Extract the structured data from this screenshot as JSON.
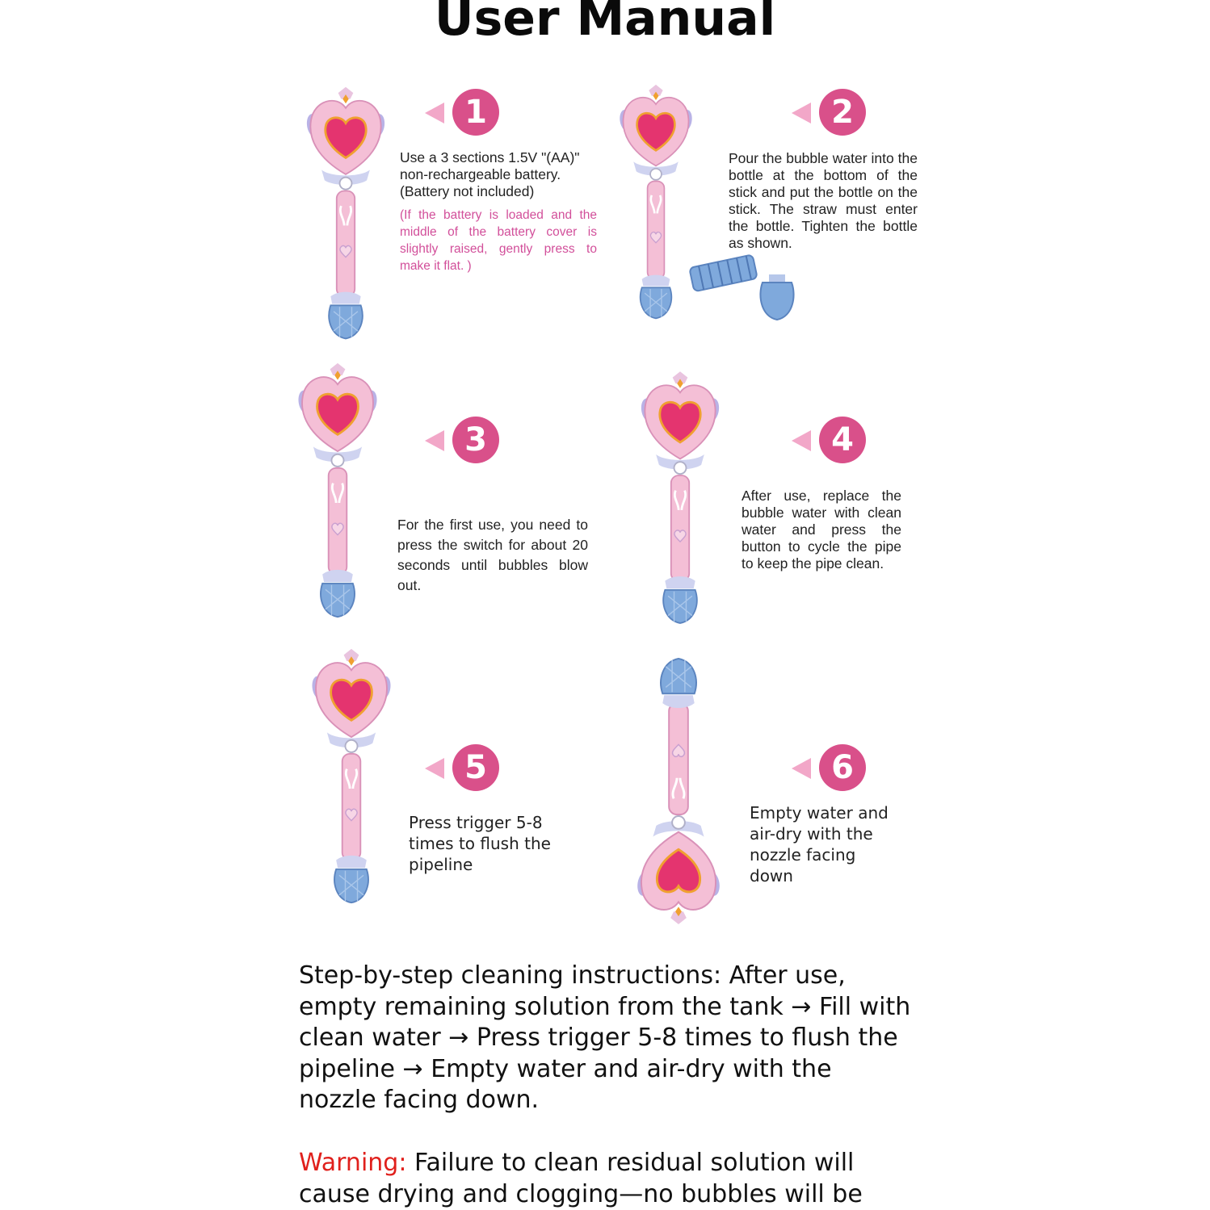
{
  "title": "User Manual",
  "colors": {
    "badge": "#d9508a",
    "arrow": "#f2a7c8",
    "note": "#d24f9a",
    "warning": "#e0201c",
    "wand_pink": "#f4bfd6",
    "heart": "#e4346f",
    "bottle_blue": "#7fa9dc"
  },
  "steps": [
    {
      "number": "1",
      "text": "Use a 3 sections 1.5V \"(AA)\" non-rechargeable battery.",
      "sub": "(Battery not included)",
      "note": "(If the battery is loaded and the middle of the battery cover is slightly raised, gently press to make it flat. )"
    },
    {
      "number": "2",
      "text": "Pour the bubble water into the bottle at the bottom of the stick and put the bottle on the stick. The straw must enter the bottle. Tighten the bottle as shown."
    },
    {
      "number": "3",
      "text": "For the first use, you need to press the switch for about 20 seconds until bubbles blow out."
    },
    {
      "number": "4",
      "text": "After use, replace the bubble water with clean water and press the button to cycle the pipe to keep the pipe clean."
    },
    {
      "number": "5",
      "text": "Press trigger 5-8 times to flush the pipeline"
    },
    {
      "number": "6",
      "text": "Empty water and air-dry with the nozzle facing down"
    }
  ],
  "cleaning": "Step-by-step cleaning instructions: After use, empty remaining solution from the tank → Fill with clean water → Press trigger 5-8 times to flush the pipeline → Empty water and air-dry with the nozzle facing down.",
  "warning": {
    "label": "Warning:",
    "text": " Failure to clean residual solution will cause drying and clogging—no bubbles will be"
  }
}
